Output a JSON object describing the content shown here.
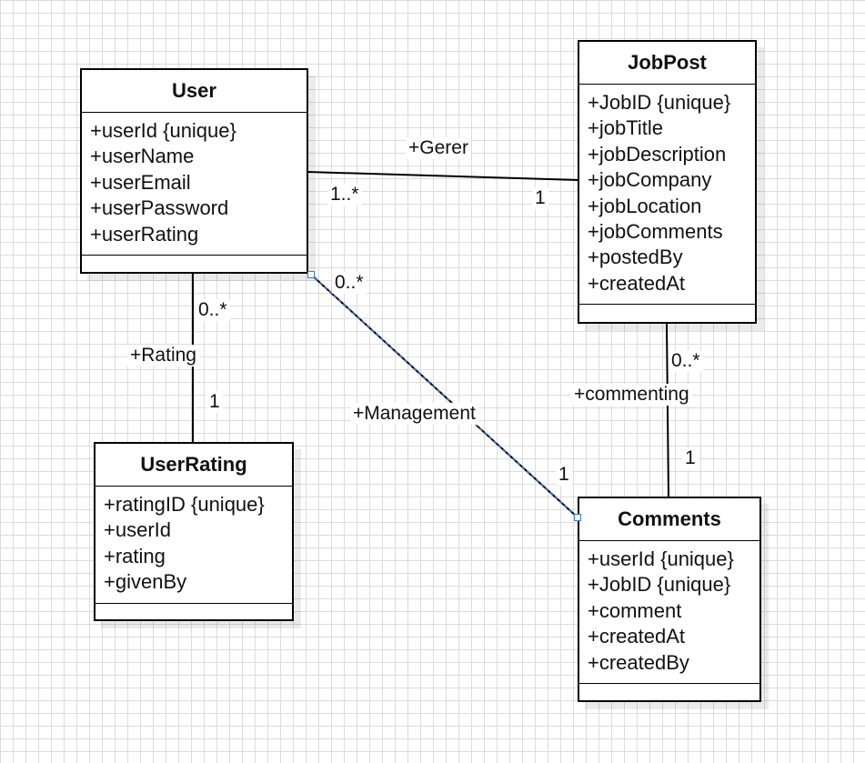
{
  "classes": {
    "user": {
      "name": "User",
      "attributes": [
        "+userId {unique}",
        "+userName",
        "+userEmail",
        "+userPassword",
        "+userRating"
      ]
    },
    "jobpost": {
      "name": "JobPost",
      "attributes": [
        "+JobID {unique}",
        "+jobTitle",
        "+jobDescription",
        "+jobCompany",
        "+jobLocation",
        "+jobComments",
        "+postedBy",
        "+createdAt"
      ]
    },
    "userrating": {
      "name": "UserRating",
      "attributes": [
        "+ratingID {unique}",
        "+userId",
        "+rating",
        "+givenBy"
      ]
    },
    "comments": {
      "name": "Comments",
      "attributes": [
        "+userId {unique}",
        "+JobID {unique}",
        "+comment",
        "+createdAt",
        "+createdBy"
      ]
    }
  },
  "associations": {
    "gerer": {
      "label": "+Gerer",
      "source_mult": "1..*",
      "target_mult": "1"
    },
    "rating": {
      "label": "+Rating",
      "source_mult": "0..*",
      "target_mult": "1"
    },
    "management": {
      "label": "+Management",
      "source_mult": "0..*",
      "target_mult": "1"
    },
    "commenting": {
      "label": "+commenting",
      "source_mult": "0..*",
      "target_mult": "1"
    }
  },
  "colors": {
    "line": "#000000",
    "selection": "#3a7bd5",
    "grid": "#dcdcdc"
  }
}
